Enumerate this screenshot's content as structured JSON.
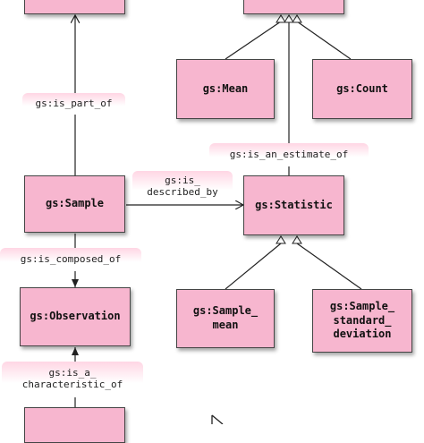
{
  "nodes": {
    "mean": "gs:Mean",
    "count": "gs:Count",
    "sample": "gs:Sample",
    "statistic": "gs:Statistic",
    "observation": "gs:Observation",
    "sample_mean": "gs:Sample_\nmean",
    "sample_sd": "gs:Sample_\nstandard_\ndeviation"
  },
  "edges": {
    "is_part_of": "gs:is_part_of",
    "is_an_estimate_of": "gs:is_an_estimate_of",
    "is_described_by": "gs:is_\ndescribed_by",
    "is_composed_of": "gs:is_composed_of",
    "is_a_characteristic_of": "gs:is_a_\ncharacteristic_of"
  },
  "colors": {
    "node_fill": "#f7b6cf",
    "node_border": "#444444",
    "edge": "#222222",
    "label_tint": "#ffd6e4"
  }
}
